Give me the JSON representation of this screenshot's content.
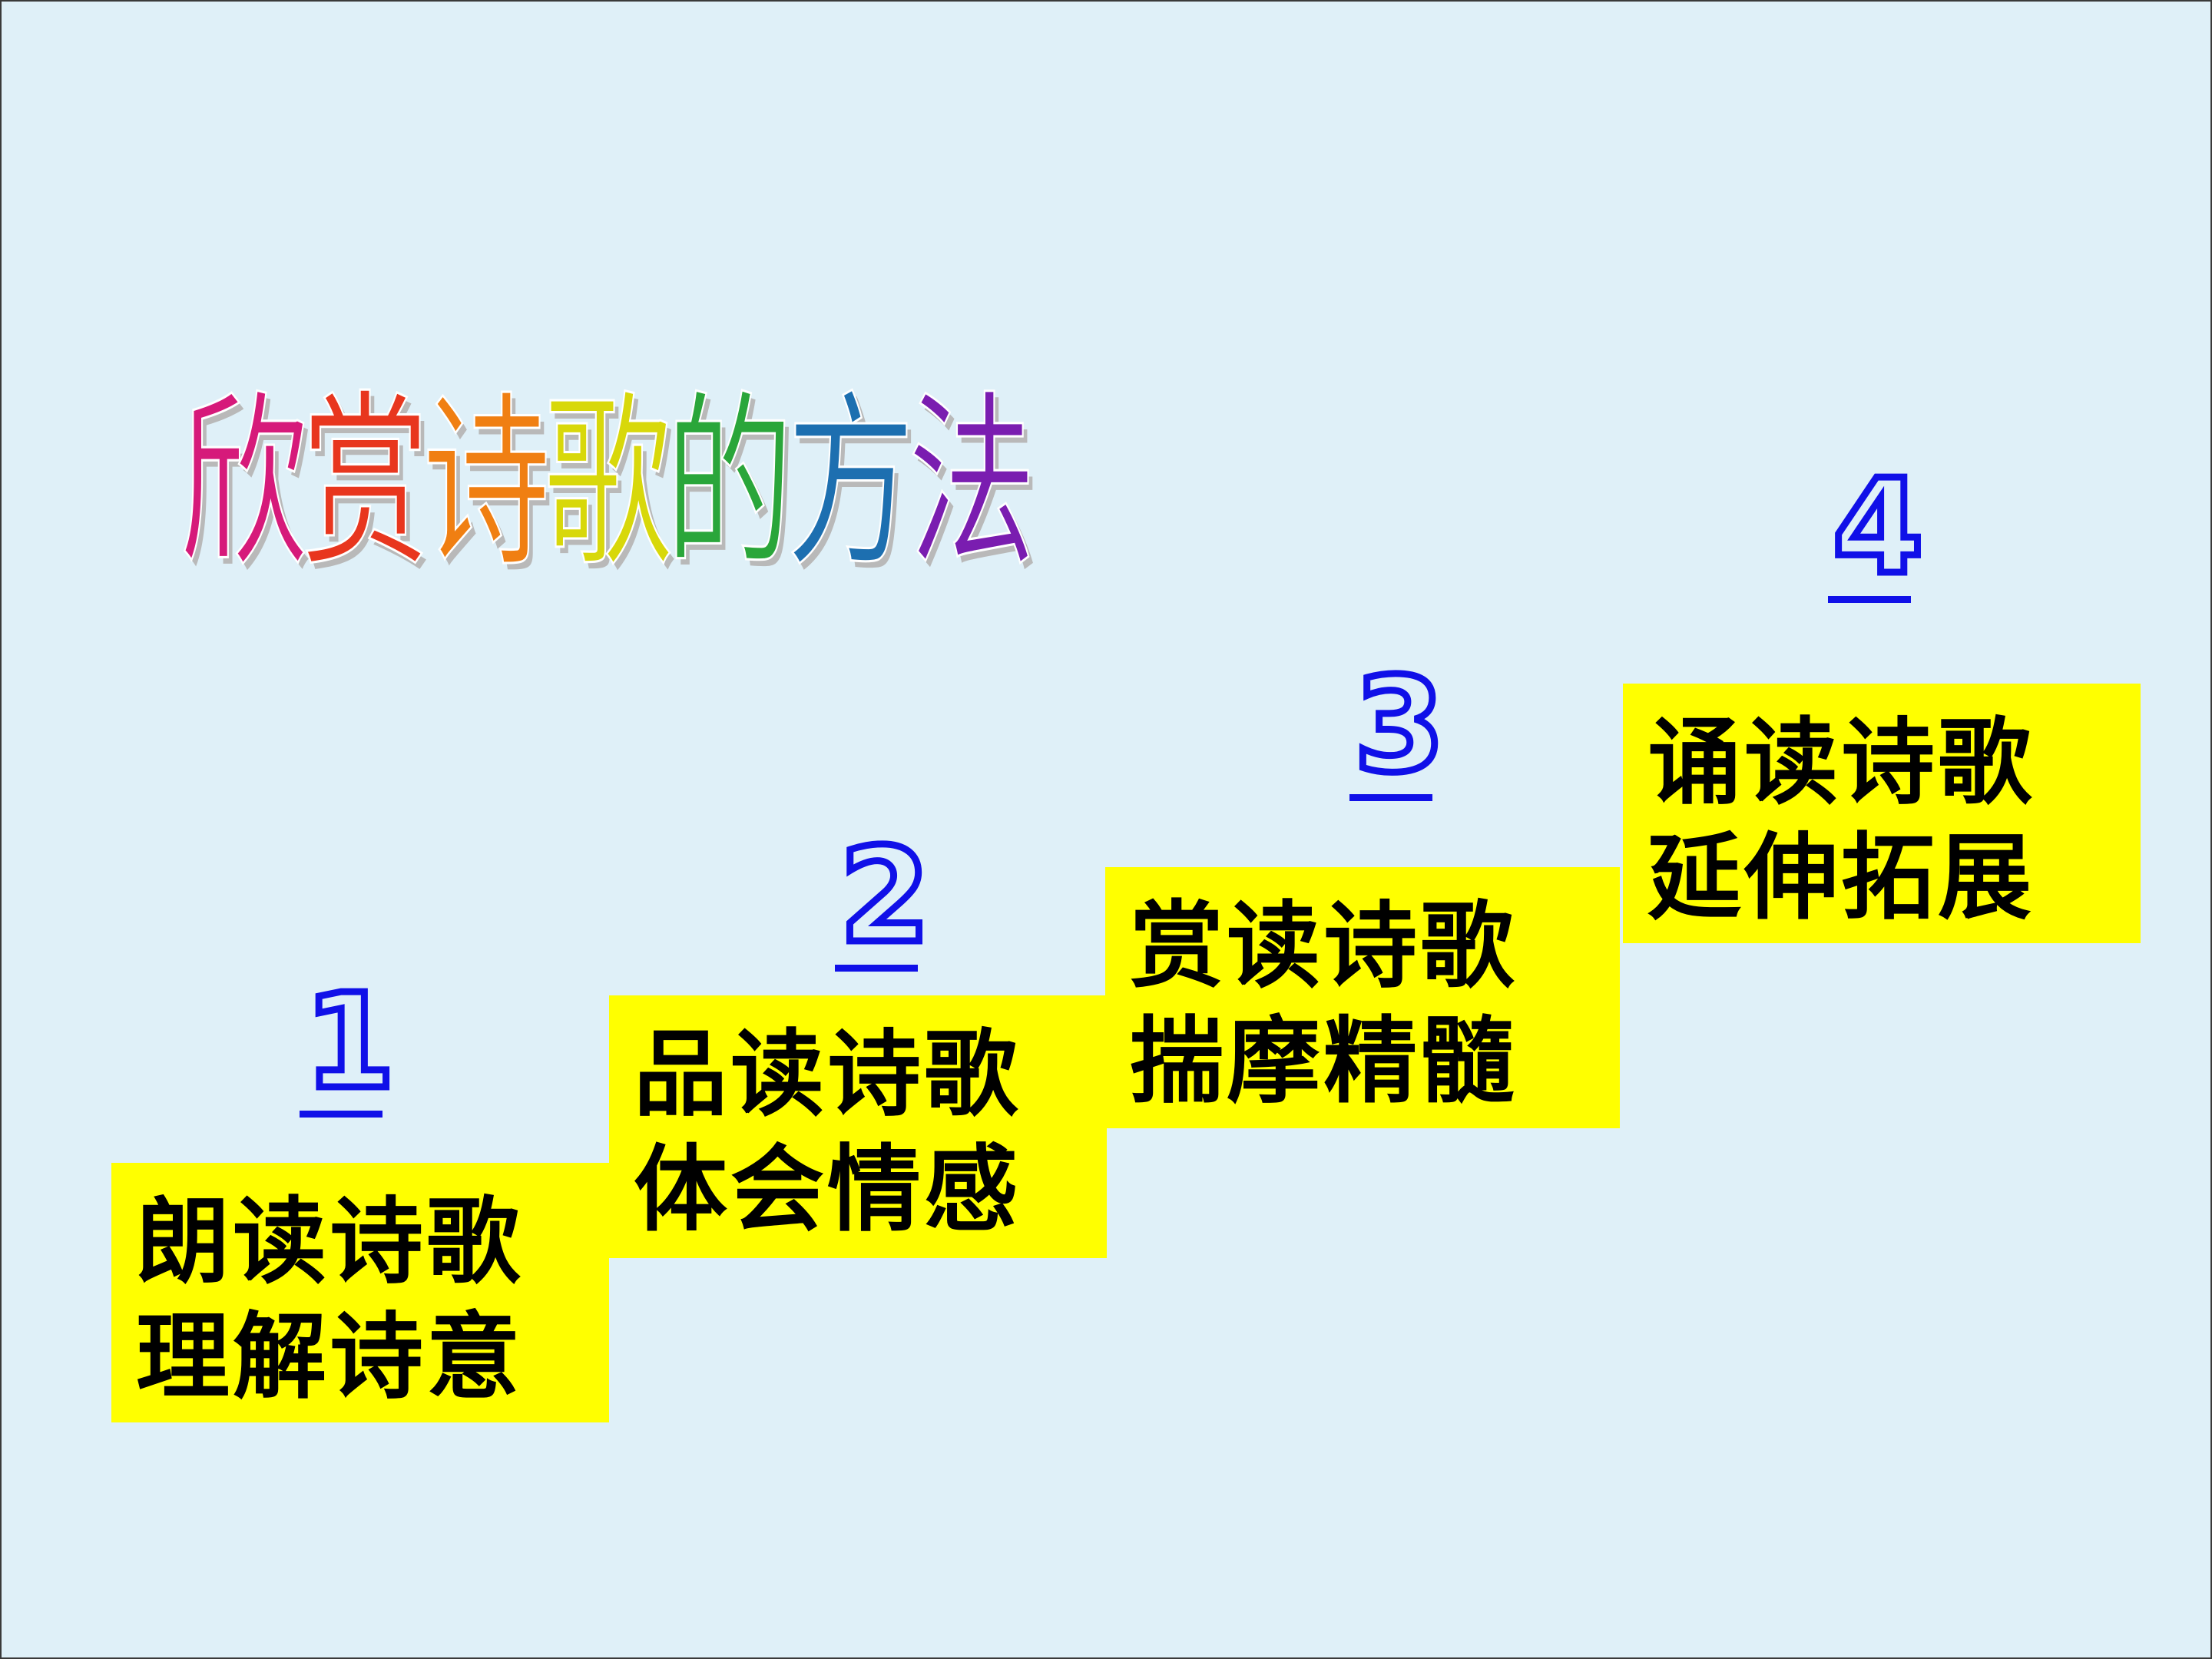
{
  "title": {
    "chars": [
      "欣",
      "赏",
      "诗",
      "歌",
      "的",
      "方",
      "法"
    ],
    "colors": [
      "#d61a7a",
      "#e8361e",
      "#f07f12",
      "#d8d80a",
      "#2aa63a",
      "#1d6fb0",
      "#7a1db0"
    ]
  },
  "colors": {
    "background": "#dff0f8",
    "step_box": "#ffff00",
    "number": "#1010e8",
    "step_text": "#000000"
  },
  "steps": [
    {
      "number": "1",
      "line1": "朗读诗歌",
      "line2": "理解诗意"
    },
    {
      "number": "2",
      "line1": "品读诗歌",
      "line2": "体会情感"
    },
    {
      "number": "3",
      "line1": "赏读诗歌",
      "line2": "揣摩精髓"
    },
    {
      "number": "4",
      "line1": "诵读诗歌",
      "line2": "延伸拓展"
    }
  ]
}
